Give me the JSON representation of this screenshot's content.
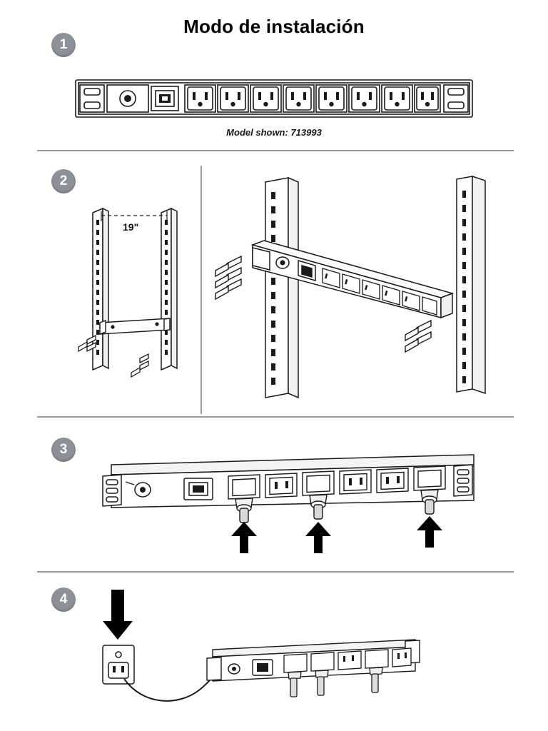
{
  "document": {
    "title": "Modo de instalación",
    "language": "es"
  },
  "steps": [
    {
      "number": "1",
      "name": "step-1",
      "caption": "Model shown: 713993",
      "description": "Vista frontal de la regleta de alimentación montada en rack de 1U con 8 tomacorrientes, interruptor e indicador."
    },
    {
      "number": "2",
      "name": "step-2",
      "dimension_label": "19\"",
      "description": "Montaje de la unidad en los rieles del rack de 19 pulgadas usando tornillos."
    },
    {
      "number": "3",
      "name": "step-3",
      "description": "Conexión de los cables de alimentación en los tomacorrientes frontales."
    },
    {
      "number": "4",
      "name": "step-4",
      "description": "Conexión del cable de alimentación de la unidad al tomacorriente de pared."
    }
  ],
  "colors": {
    "badge_gray": "#8c9198",
    "divider_gray": "#9a9a9a",
    "line_black": "#1a1a1a",
    "fill_white": "#ffffff",
    "arrow_black": "#000000"
  }
}
